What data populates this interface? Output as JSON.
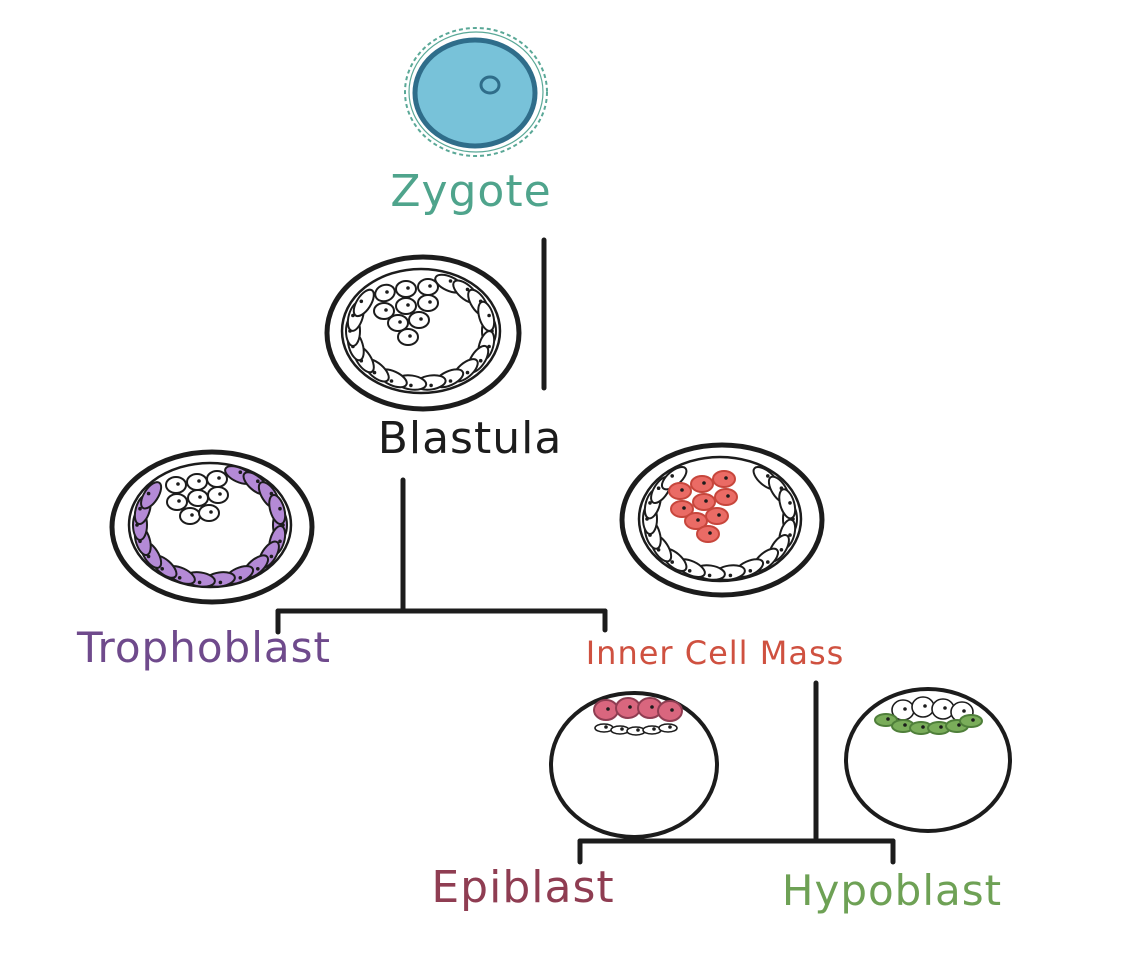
{
  "labels": {
    "zygote": "Zygote",
    "blastula": "Blastula",
    "trophoblast": "Trophoblast",
    "inner_cell_mass": "Inner Cell Mass",
    "epiblast": "Epiblast",
    "hypoblast": "Hypoblast"
  },
  "colors": {
    "zygote": "#4fa48c",
    "zygote_fill": "#78c2d9",
    "zygote_edge": "#2f6d8a",
    "blastula": "#1c1c1c",
    "trophoblast": "#6f4a8c",
    "trophoblast_fill": "#b48ad6",
    "inner_cell_mass": "#cf5140",
    "icm_fill": "#ea6b65",
    "epiblast": "#8f3d52",
    "epiblast_fill": "#d9667e",
    "hypoblast": "#6ea155",
    "hypoblast_fill": "#7aad5a"
  }
}
